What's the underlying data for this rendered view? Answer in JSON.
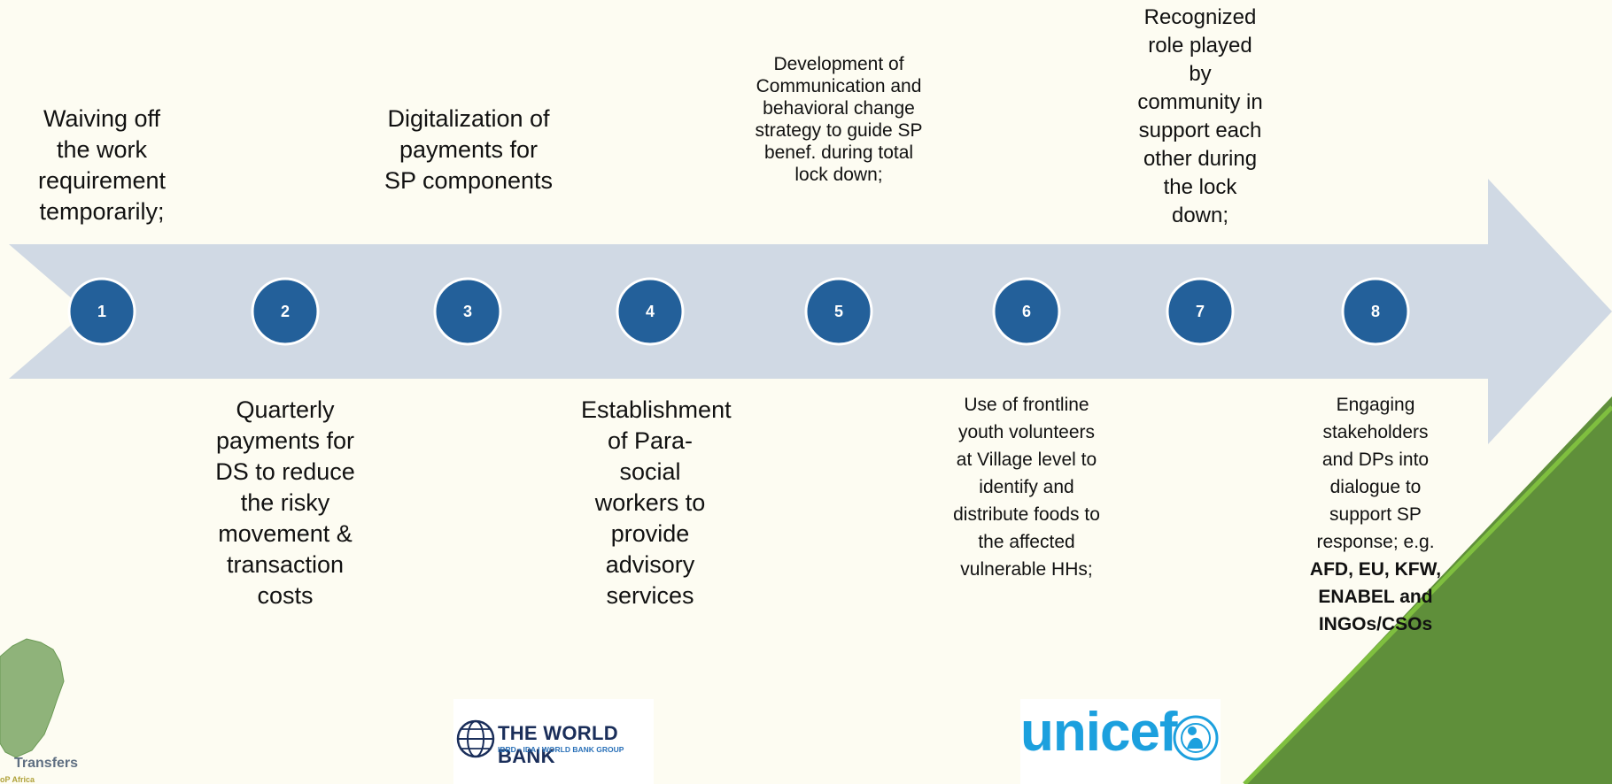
{
  "steps": [
    {
      "number": "1",
      "text": "Waiving off the work requirement temporarily;"
    },
    {
      "number": "2",
      "text": "Quarterly payments for DS to reduce the risky movement & transaction costs"
    },
    {
      "number": "3",
      "text": "Digitalization of payments for SP components"
    },
    {
      "number": "4",
      "text": "Establishment of Para-social workers to provide advisory services"
    },
    {
      "number": "5",
      "text": "Development of Communication and behavioral change strategy to guide SP benef. during total lock down;"
    },
    {
      "number": "6",
      "text": "Use of frontline youth volunteers at Village level to identify and distribute foods to the affected vulnerable HHs;"
    },
    {
      "number": "7",
      "text": "Recognized role played by community in support each other during the lock down;"
    },
    {
      "number": "8",
      "text_prefix": "Engaging stakeholders and DPs into dialogue to support SP response; e.g. ",
      "text_bold": "AFD, EU, KFW, ENABEL and INGOs/CSOs"
    }
  ],
  "logos": {
    "world_bank_title": "THE WORLD BANK",
    "world_bank_sub": "IBRD • IDA | WORLD BANK GROUP",
    "unicef": "unicef",
    "partner": "Transfers",
    "partner_sub": "oP Africa"
  },
  "colors": {
    "background": "#fdfcf2",
    "arrow": "#d0d9e4",
    "node": "#23609a",
    "green_accent": "#6ca63c",
    "green_fill": "#5f8f3a"
  }
}
